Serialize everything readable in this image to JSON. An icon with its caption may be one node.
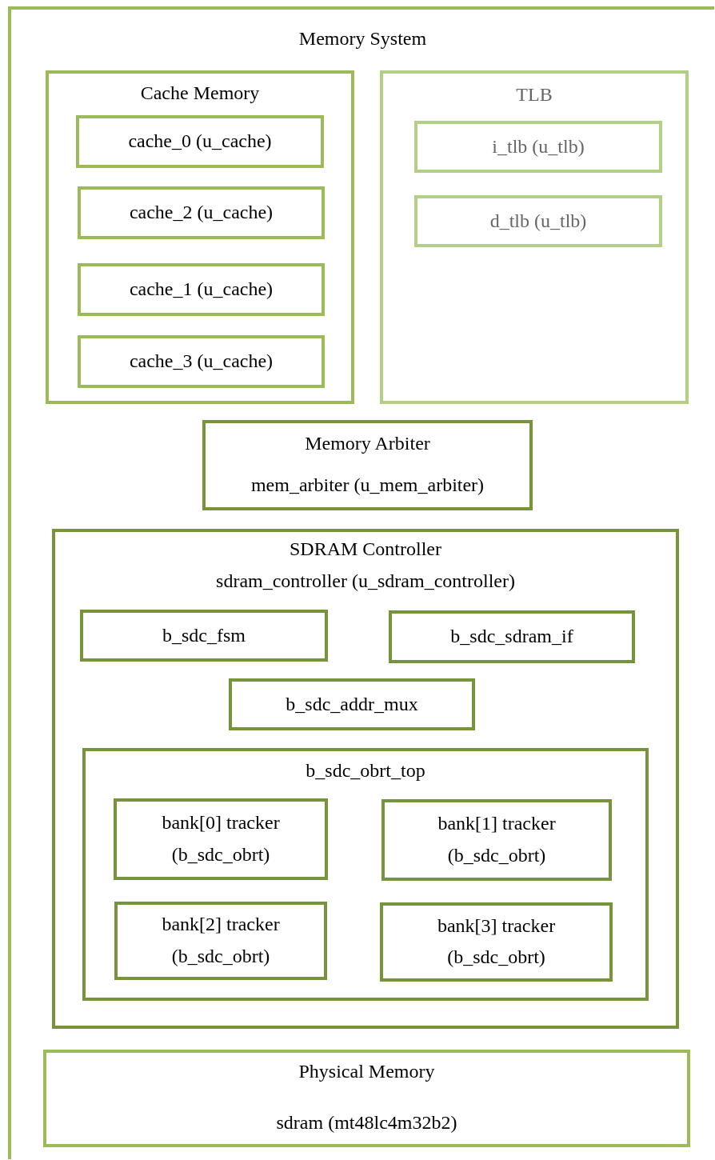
{
  "diagram": {
    "nodes": [
      {
        "text": [
          "Memory System"
        ]
      },
      {
        "text": [
          "Cache Memory"
        ],
        "in": 0
      },
      {
        "text": [
          "cache_0 (u_cache)"
        ],
        "in": 1
      },
      {
        "text": [
          "cache_2 (u_cache)"
        ],
        "in": 1
      },
      {
        "text": [
          "cache_1 (u_cache)"
        ],
        "in": 1
      },
      {
        "text": [
          "cache_3 (u_cache)"
        ],
        "in": 1
      },
      {
        "text": [
          "TLB"
        ],
        "in": 0
      },
      {
        "text": [
          "i_tlb (u_tlb)"
        ],
        "in": 6
      },
      {
        "text": [
          "d_tlb (u_tlb)"
        ],
        "in": 6
      },
      {
        "text": [
          "Memory Arbiter",
          "mem_arbiter (u_mem_arbiter)"
        ],
        "in": 0
      },
      {
        "text": [
          "SDRAM Controller",
          "sdram_controller (u_sdram_controller)"
        ],
        "in": 0
      },
      {
        "text": [
          "b_sdc_fsm"
        ],
        "in": 10
      },
      {
        "text": [
          "b_sdc_sdram_if"
        ],
        "in": 10
      },
      {
        "text": [
          "b_sdc_addr_mux"
        ],
        "in": 10
      },
      {
        "text": [
          "b_sdc_obrt_top"
        ],
        "in": 10
      },
      {
        "text": [
          "bank[0] tracker (b_sdc_obrt)"
        ],
        "in": 14
      },
      {
        "text": [
          "bank[1] tracker (b_sdc_obrt)"
        ],
        "in": 14
      },
      {
        "text": [
          "bank[2] tracker (b_sdc_obrt)"
        ],
        "in": 14
      },
      {
        "text": [
          "bank[3] tracker (b_sdc_obrt)"
        ],
        "in": 14
      },
      {
        "text": [
          "Physical Memory",
          "sdram (mt48lc4m32b2)"
        ],
        "in": 0
      }
    ]
  }
}
